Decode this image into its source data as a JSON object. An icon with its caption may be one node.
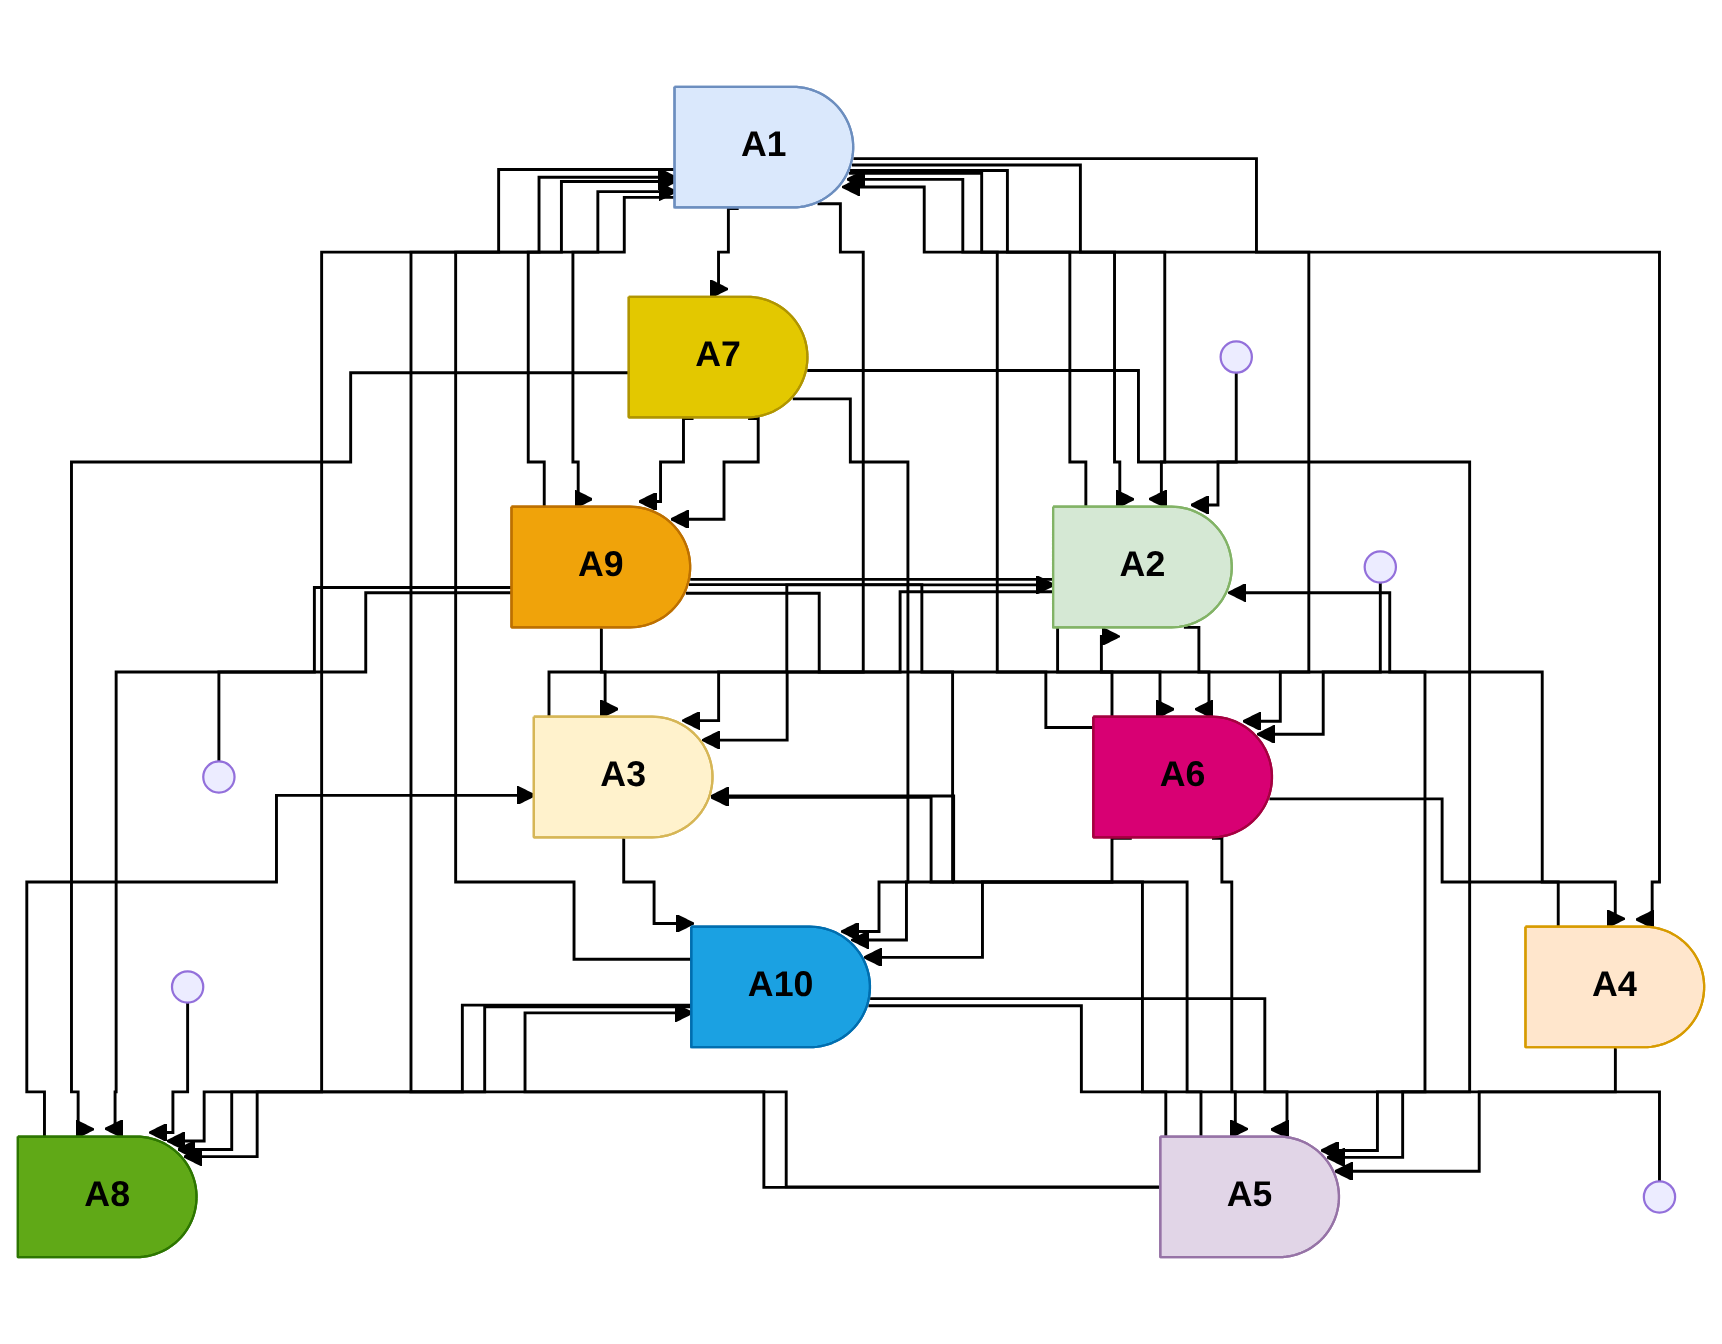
{
  "diagram": {
    "nodes": [
      {
        "text": [
          "A1"
        ]
      },
      {
        "text": [
          "A3"
        ]
      },
      {
        "text": [
          "A2"
        ]
      },
      {
        "text": [
          "A5"
        ]
      },
      {
        "text": [
          "A4"
        ]
      },
      {
        "text": [
          "A7"
        ]
      },
      {
        "text": [
          "A6"
        ]
      },
      {
        "text": [
          "A9"
        ]
      },
      {
        "text": [
          "A8"
        ]
      },
      {
        "text": [
          "A10"
        ]
      }
    ],
    "edges": [
      {
        "from": 9,
        "to": 0,
        "arrow": "to"
      },
      {
        "from": null,
        "to": 2,
        "arrow": "to"
      },
      {
        "from": 0,
        "to": 2,
        "arrow": "to"
      },
      {
        "from": 0,
        "to": 2,
        "arrow": "to"
      },
      {
        "from": 0,
        "to": 4,
        "arrow": "to"
      },
      {
        "from": 0,
        "to": 1,
        "arrow": "to"
      },
      {
        "from": 2,
        "to": 0,
        "arrow": "to"
      },
      {
        "from": 0,
        "to": 8,
        "arrow": "to"
      },
      {
        "from": 2,
        "to": 1,
        "arrow": "to"
      },
      {
        "from": 1,
        "to": 2,
        "arrow": "to"
      },
      {
        "from": 4,
        "to": 3,
        "arrow": "to"
      },
      {
        "from": 4,
        "to": 2,
        "arrow": "to"
      },
      {
        "from": 6,
        "to": 2,
        "arrow": "to"
      },
      {
        "from": 6,
        "to": 4,
        "arrow": "to"
      },
      {
        "from": 9,
        "to": 8,
        "arrow": "to"
      },
      {
        "from": 9,
        "to": 8,
        "arrow": "to"
      },
      {
        "from": 6,
        "to": 9,
        "arrow": "to"
      },
      {
        "from": 9,
        "to": null,
        "arrow": "none"
      },
      {
        "from": null,
        "to": 6,
        "arrow": "to"
      },
      {
        "from": null,
        "to": 8,
        "arrow": "to"
      },
      {
        "from": 7,
        "to": null,
        "arrow": "none"
      },
      {
        "from": 7,
        "to": 9,
        "arrow": "to"
      },
      {
        "from": 7,
        "to": 8,
        "arrow": "to"
      },
      {
        "from": 5,
        "to": 7,
        "arrow": "to"
      },
      {
        "from": 5,
        "to": 7,
        "arrow": "to"
      },
      {
        "from": 5,
        "to": 9,
        "arrow": "to"
      },
      {
        "from": 5,
        "to": 8,
        "arrow": "to"
      },
      {
        "from": 5,
        "to": 3,
        "arrow": "to"
      },
      {
        "from": 0,
        "to": 5,
        "arrow": "to"
      },
      {
        "from": 0,
        "to": 7,
        "arrow": "to"
      },
      {
        "from": 3,
        "to": 1,
        "arrow": "to"
      },
      {
        "from": 3,
        "to": 1,
        "arrow": "to"
      },
      {
        "from": 3,
        "to": 0,
        "arrow": "to"
      },
      {
        "from": 7,
        "to": 0,
        "arrow": "to"
      },
      {
        "from": 7,
        "to": 1,
        "arrow": "to"
      },
      {
        "from": 7,
        "to": 3,
        "arrow": "to"
      },
      {
        "from": 9,
        "to": 3,
        "arrow": "to"
      },
      {
        "from": 6,
        "to": 3,
        "arrow": "to"
      },
      {
        "from": 6,
        "to": 0,
        "arrow": "to"
      },
      {
        "from": 8,
        "to": 1,
        "arrow": "to"
      },
      {
        "from": 0,
        "to": 6,
        "arrow": "to"
      },
      {
        "from": 2,
        "to": 6,
        "arrow": "to"
      },
      {
        "from": 3,
        "to": 9,
        "arrow": "to"
      },
      {
        "from": 1,
        "to": 9,
        "arrow": "to"
      },
      {
        "from": 7,
        "to": 6,
        "arrow": "to"
      }
    ]
  }
}
